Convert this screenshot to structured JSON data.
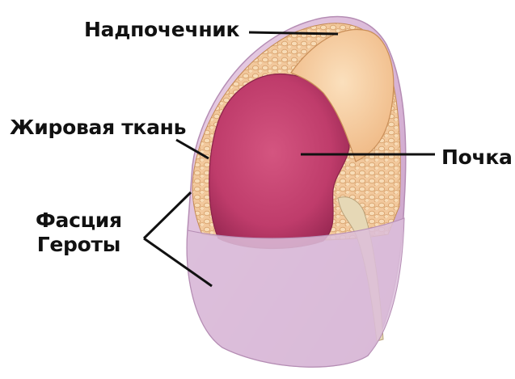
{
  "labels": {
    "adrenal": "Надпочечник",
    "fat": "Жировая ткань",
    "fascia_line1": "Фасция",
    "fascia_line2": "Героты",
    "kidney": "Почка"
  },
  "colors": {
    "fascia": "#d9b6d8",
    "fat": "#f4c8a0",
    "kidney": "#c2406e",
    "adrenal": "#f6cfa4",
    "ureter": "#e2d4b0",
    "leader_lines": "#111111"
  }
}
